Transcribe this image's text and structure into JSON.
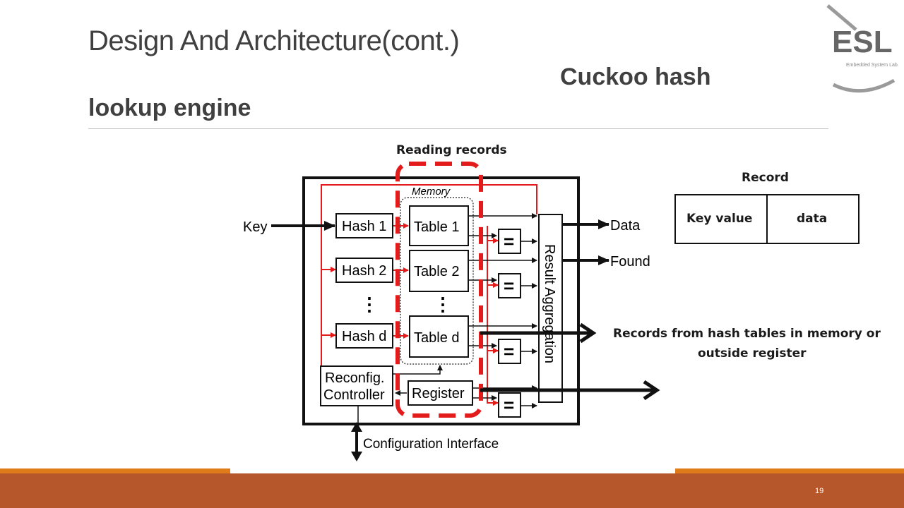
{
  "slide": {
    "title": "Design And Architecture(cont.)",
    "subtitle_part1": "Cuckoo hash",
    "subtitle_part2": "lookup engine",
    "page_number": "19"
  },
  "logo": {
    "text": "ESL",
    "tagline": "Embedded System Lab."
  },
  "diagram": {
    "key_input": "Key",
    "hash_blocks": [
      "Hash 1",
      "Hash 2",
      "Hash d"
    ],
    "memory_label": "Memory",
    "table_blocks": [
      "Table 1",
      "Table 2",
      "Table d"
    ],
    "register_label": "Register",
    "controller_label_line1": "Reconfig.",
    "controller_label_line2": "Controller",
    "compare_symbol": "=",
    "aggregation_label": "Result Aggregation",
    "outputs": [
      "Data",
      "Found"
    ],
    "config_interface": "Configuration Interface",
    "ellipsis": "⋮"
  },
  "annotations": {
    "reading_records": "Reading records",
    "record_title": "Record",
    "record_fields": [
      "Key value",
      "data"
    ],
    "records_note_line1": "Records from hash tables in memory or",
    "records_note_line2": "outside register"
  },
  "colors": {
    "footer": "#b5572a",
    "accent": "#e07b1a",
    "highlight": "#e31b1b",
    "title": "#404040"
  }
}
